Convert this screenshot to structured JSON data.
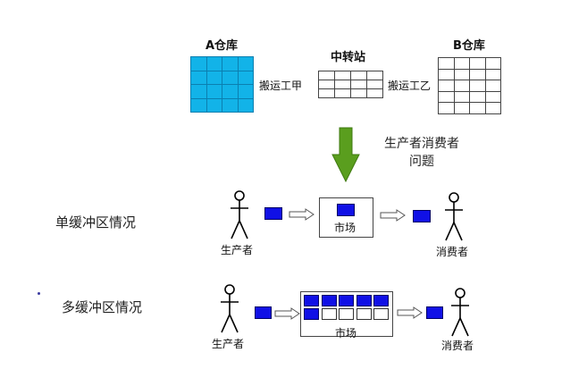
{
  "top": {
    "warehouse_a": {
      "label": "A仓库",
      "rows": 4,
      "cols": 4,
      "color": "#12b3e8"
    },
    "transfer_station": {
      "label": "中转站",
      "rows": 3,
      "cols": 4
    },
    "warehouse_b": {
      "label": "B仓库",
      "rows": 5,
      "cols": 4
    },
    "porter_a": "搬运工甲",
    "porter_b": "搬运工乙"
  },
  "arrow_caption": {
    "line1": "生产者消费者",
    "line2": "问题",
    "color": "#5a9e1e"
  },
  "single_buffer": {
    "title": "单缓冲区情况",
    "producer": "生产者",
    "consumer": "消费者",
    "market": "市场",
    "filled_slots": 1,
    "total_slots": 1
  },
  "multi_buffer": {
    "title": "多缓冲区情况",
    "producer": "生产者",
    "consumer": "消费者",
    "market": "市场",
    "filled_slots": 6,
    "total_slots": 10
  },
  "colors": {
    "product_blue": "#1010e6"
  }
}
